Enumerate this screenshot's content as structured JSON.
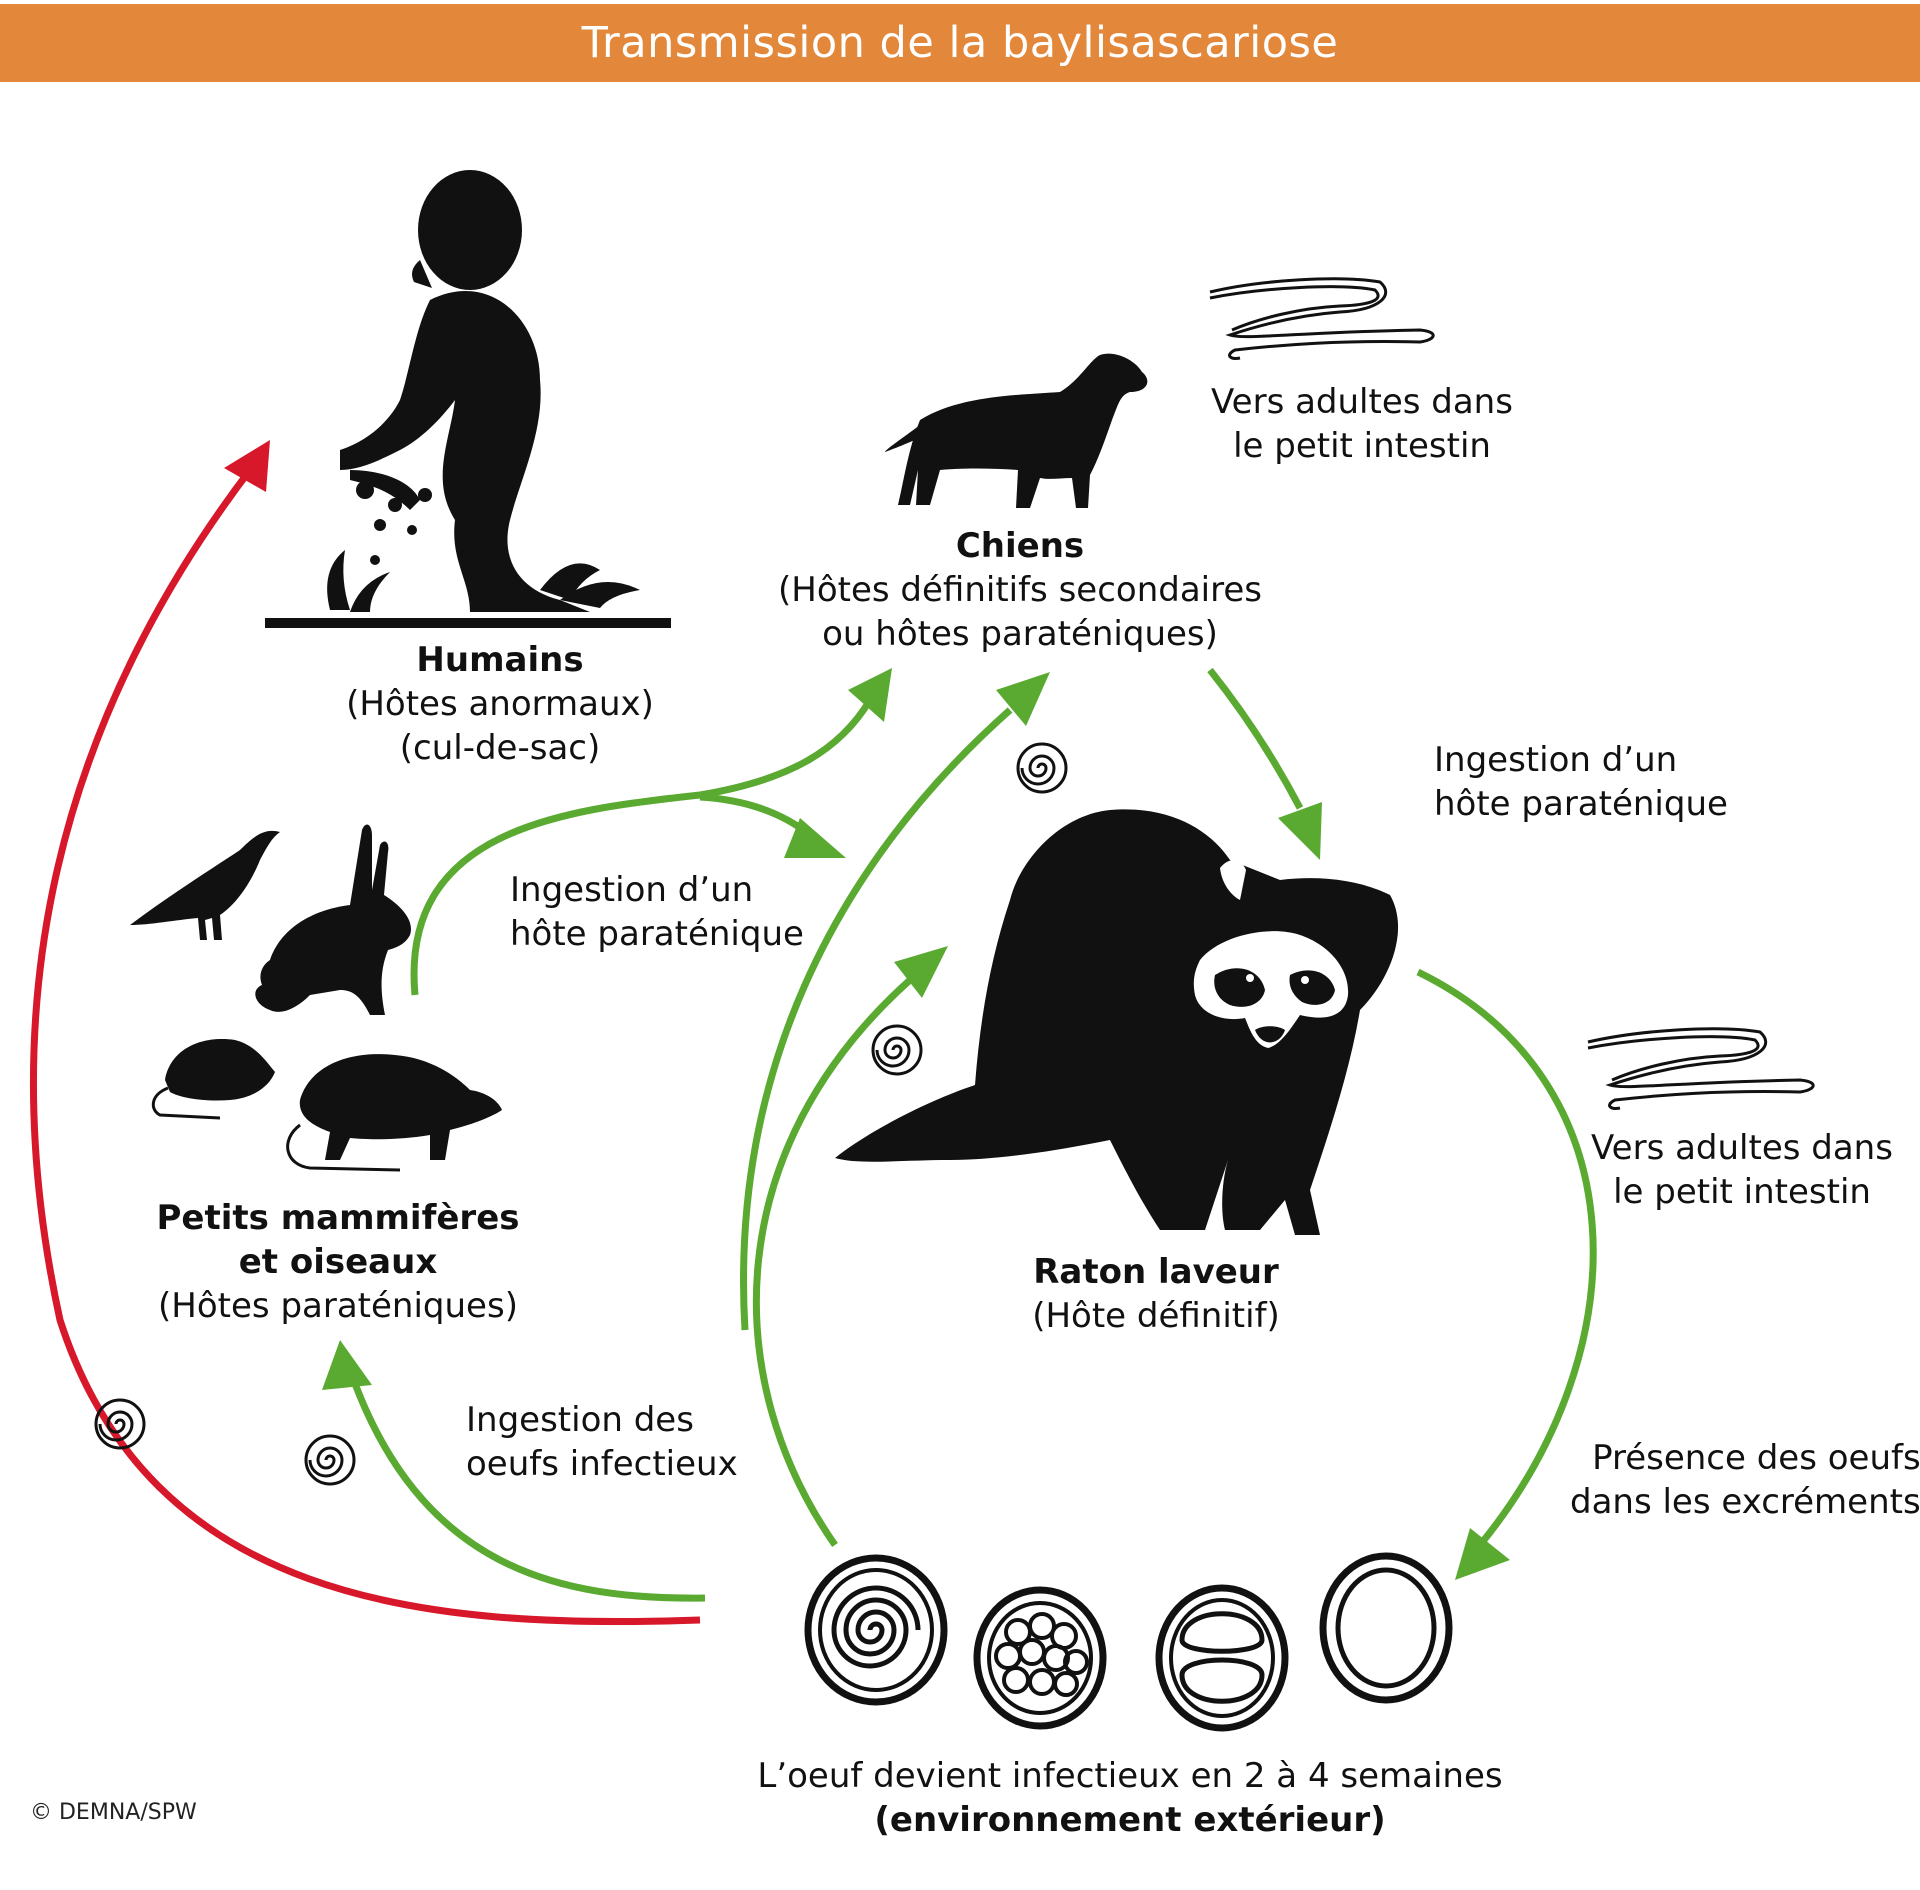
{
  "header": {
    "title": "Transmission de la baylisascariose"
  },
  "hosts": {
    "humans": {
      "name": "Humains",
      "role": "(Hôtes anormaux)",
      "note": "(cul-de-sac)"
    },
    "dogs": {
      "name": "Chiens",
      "role_line1": "(Hôtes définitifs secondaires",
      "role_line2": "ou hôtes paraténiques)"
    },
    "small_mammals": {
      "name_line1": "Petits mammifères",
      "name_line2": "et oiseaux",
      "role": "(Hôtes paraténiques)"
    },
    "raccoon": {
      "name": "Raton laveur",
      "role": "(Hôte définitif)"
    }
  },
  "annotations": {
    "worms_dog_line1": "Vers adultes dans",
    "worms_dog_line2": "le petit intestin",
    "worms_raccoon_line1": "Vers adultes dans",
    "worms_raccoon_line2": "le petit intestin",
    "ingestion_right_line1": "Ingestion d’un",
    "ingestion_right_line2": "hôte paraténique",
    "ingestion_mid_line1": "Ingestion d’un",
    "ingestion_mid_line2": "hôte paraténique",
    "ingestion_eggs_line1": "Ingestion des",
    "ingestion_eggs_line2": "oeufs infectieux",
    "feces_line1": "Présence des oeufs",
    "feces_line2": "dans les excréments"
  },
  "environment": {
    "line1": "L’oeuf devient infectieux en 2 à 4 semaines",
    "line2": "(environnement extérieur)"
  },
  "credit": "© DEMNA/SPW",
  "colors": {
    "banner": "#e3883b",
    "green_arrow": "#5aaa32",
    "red_arrow": "#d7182a",
    "silhouette": "#111111"
  }
}
